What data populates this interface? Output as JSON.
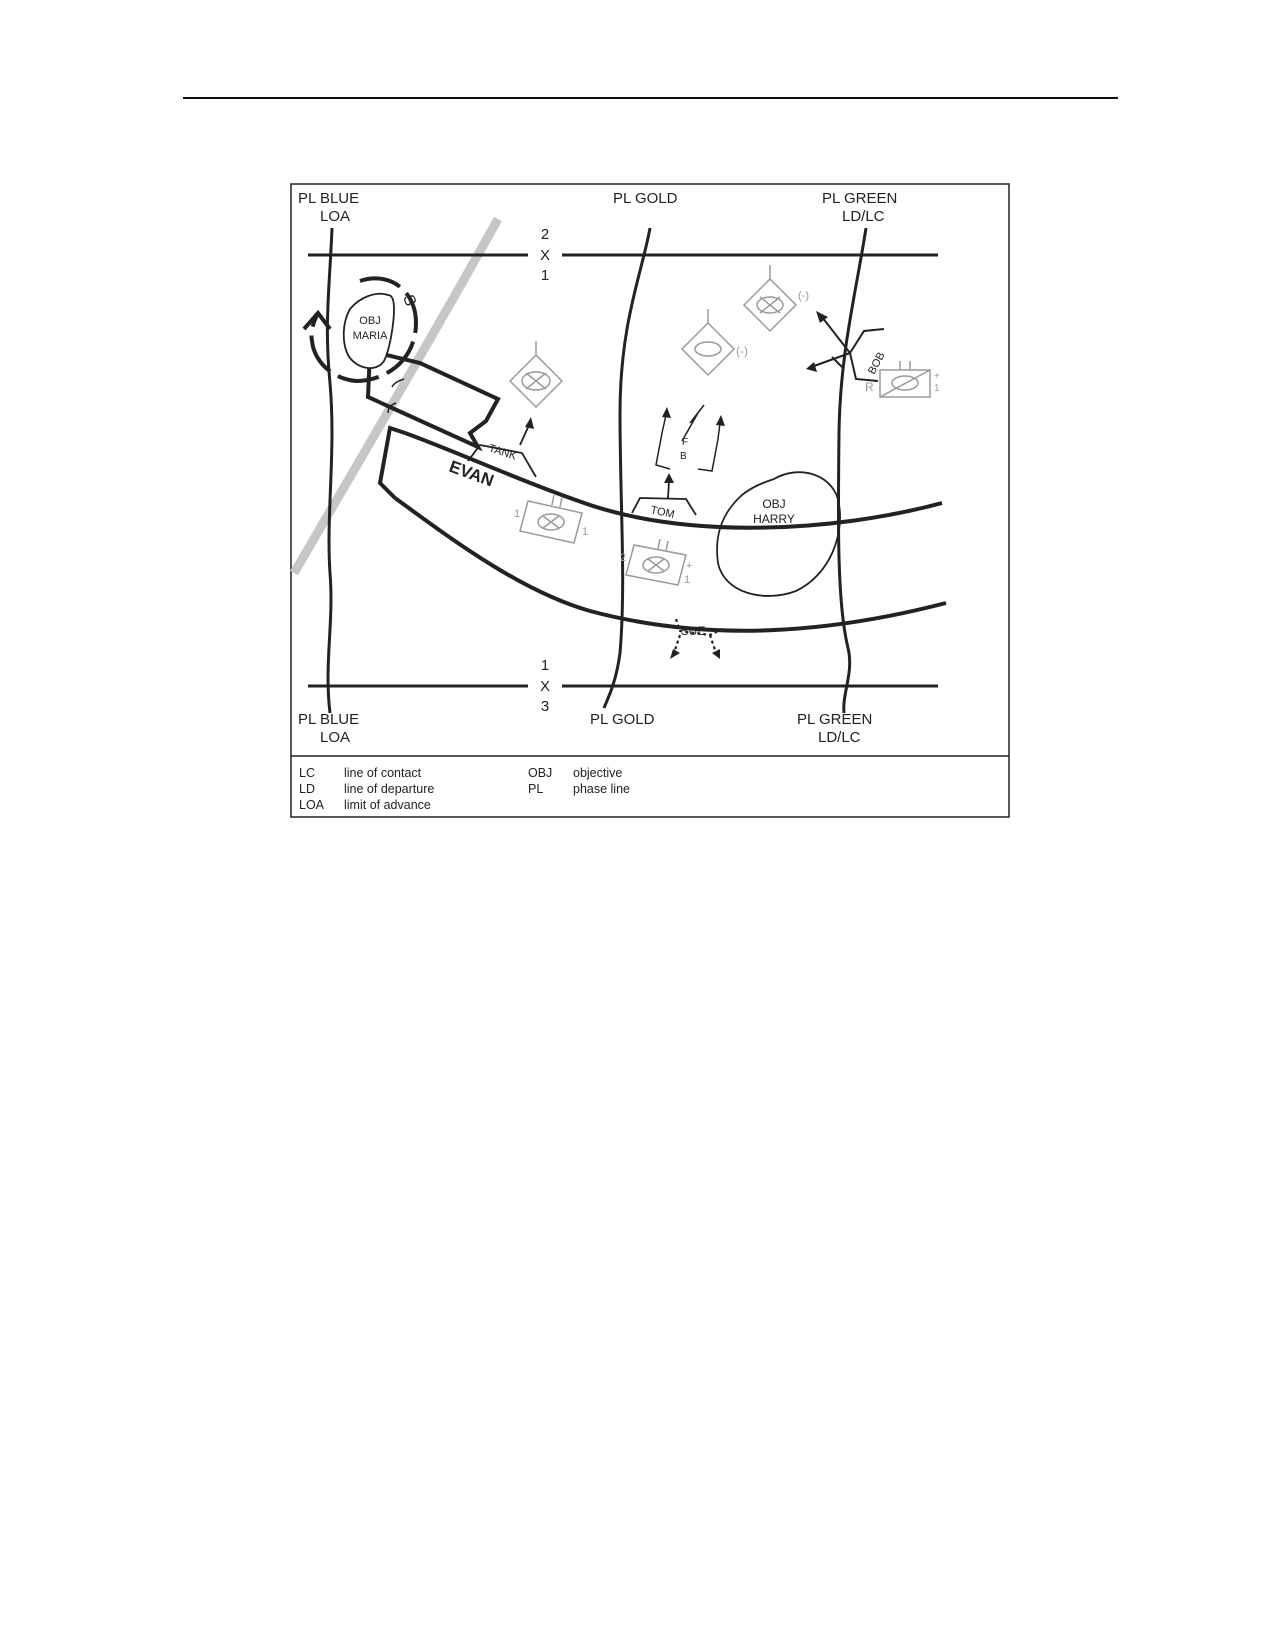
{
  "phase_lines": {
    "blue": {
      "line1": "PL  BLUE",
      "line2": "LOA"
    },
    "gold": {
      "line1": "PL  GOLD"
    },
    "green": {
      "line1": "PL  GREEN",
      "line2": "LD/LC"
    }
  },
  "boundaries": {
    "top": {
      "upper": "2",
      "mid": "X",
      "lower": "1"
    },
    "bottom": {
      "upper": "1",
      "mid": "X",
      "lower": "3"
    }
  },
  "objectives": {
    "maria": {
      "line1": "OBJ",
      "line2": "MARIA"
    },
    "harry": {
      "line1": "OBJ",
      "line2": "HARRY"
    }
  },
  "labels": {
    "evan": "EVAN",
    "tank": "TANK",
    "tom": "TOM",
    "bob": "BOB",
    "sue": "SUE",
    "screen": "S",
    "fb_f": "F",
    "fb_b": "B"
  },
  "unit_marks": {
    "reduced": "(-)",
    "reinforced": "+",
    "reserve": "R",
    "num_1": "1",
    "num_2": "2"
  },
  "legend": [
    {
      "abbr": "LC",
      "text": "line of contact"
    },
    {
      "abbr": "LD",
      "text": "line of departure"
    },
    {
      "abbr": "LOA",
      "text": "limit of advance"
    },
    {
      "abbr": "OBJ",
      "text": "objective"
    },
    {
      "abbr": "PL",
      "text": "phase line"
    }
  ]
}
